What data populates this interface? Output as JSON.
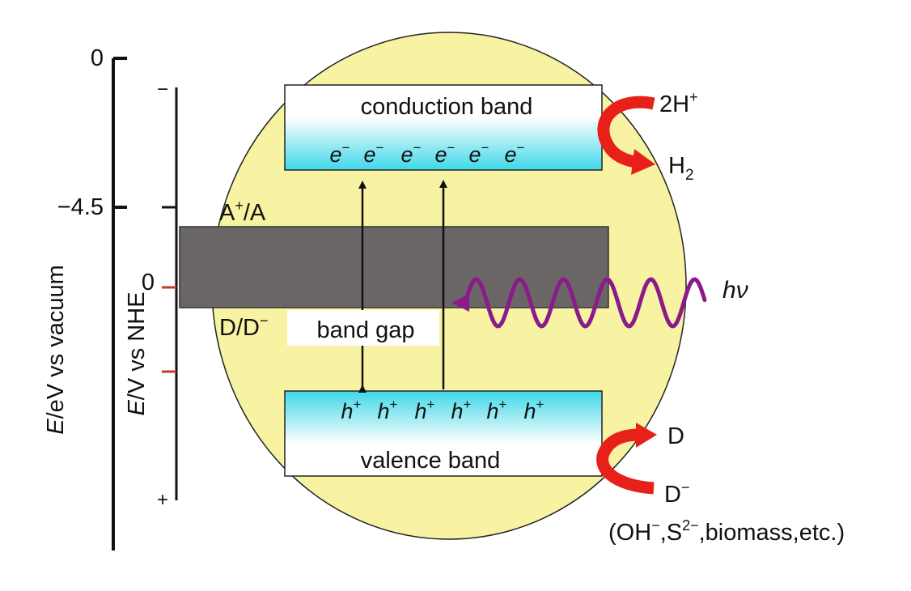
{
  "vacuum_axis": {
    "label_italic": "E",
    "label_rest": "/eV vs vacuum",
    "tick_top": "0",
    "tick_mid": "−4.5"
  },
  "nhe_axis": {
    "label_italic": "E",
    "label_rest": "/V vs NHE",
    "tick_zero": "0",
    "minus_sign": "−",
    "plus_sign": "+"
  },
  "colors": {
    "particle": "#f7f3a3",
    "band_top": "#ffffff",
    "band_cyan": "#3fd8e8",
    "gap_bar": "#6b6666",
    "arrow_red": "#e8201a",
    "photon": "#8b1a8a",
    "nhe_tick_red": "#c0392b"
  },
  "conduction_band": {
    "label": "conduction band",
    "carriers": [
      "e",
      "e",
      "e",
      "e",
      "e",
      "e"
    ],
    "carrier_sign": "−"
  },
  "valence_band": {
    "label": "valence band",
    "carriers": [
      "h",
      "h",
      "h",
      "h",
      "h",
      "h"
    ],
    "carrier_sign": "+"
  },
  "band_gap": {
    "label": "band gap"
  },
  "redox": {
    "acceptor": {
      "main": "A",
      "sup": "+",
      "rest": "/A"
    },
    "donor": {
      "main": "D/D",
      "sup": "−"
    }
  },
  "reduction": {
    "reactant_main": "2H",
    "reactant_sup": "+",
    "product_main": "H",
    "product_sub": "2"
  },
  "oxidation": {
    "product": "D",
    "reactant_main": "D",
    "reactant_sup": "−",
    "examples": {
      "open": "(OH",
      "sup1": "−",
      "mid": ",S",
      "sup2": "2−",
      "close": ",biomass,etc.)"
    }
  },
  "photon": {
    "h": "h",
    "nu": "ν"
  }
}
